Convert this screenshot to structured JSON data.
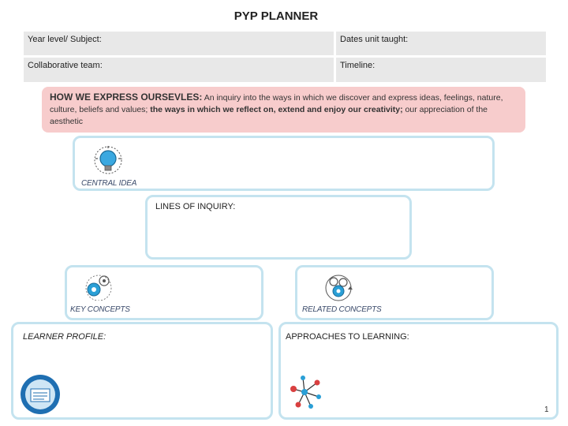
{
  "title": "PYP PLANNER",
  "info": {
    "year_subject": "Year level/ Subject:",
    "dates": "Dates unit taught:",
    "team": "Collaborative team:",
    "timeline": "Timeline:"
  },
  "theme": {
    "title": "HOW WE EXPRESS OURSEVLES:",
    "text1": "An inquiry into the ways in which we discover and express ideas, feelings, nature, culture, beliefs and values;",
    "bold": "the ways in which we reflect on, extend and enjoy our creativity;",
    "text2": "our appreciation of the aesthetic"
  },
  "sections": {
    "central_idea": "CENTRAL IDEA",
    "lines_of_inquiry": "LINES OF INQUIRY:",
    "key_concepts": "KEY CONCEPTS",
    "related_concepts": "RELATED CONCEPTS",
    "learner_profile": "LEARNER PROFILE:",
    "approaches": "APPROACHES TO LEARNING:"
  },
  "icons": {
    "central": "lightbulb-icon",
    "key": "gears-icon",
    "related": "gears-cycle-icon",
    "learner": "learner-profile-logo",
    "approaches": "network-icon"
  },
  "colors": {
    "panel_border": "#c4e3ef",
    "theme_background": "#f7cccc",
    "info_background": "#e8e8e8",
    "accent_blue": "#2a9fd6"
  },
  "page_number": "1"
}
